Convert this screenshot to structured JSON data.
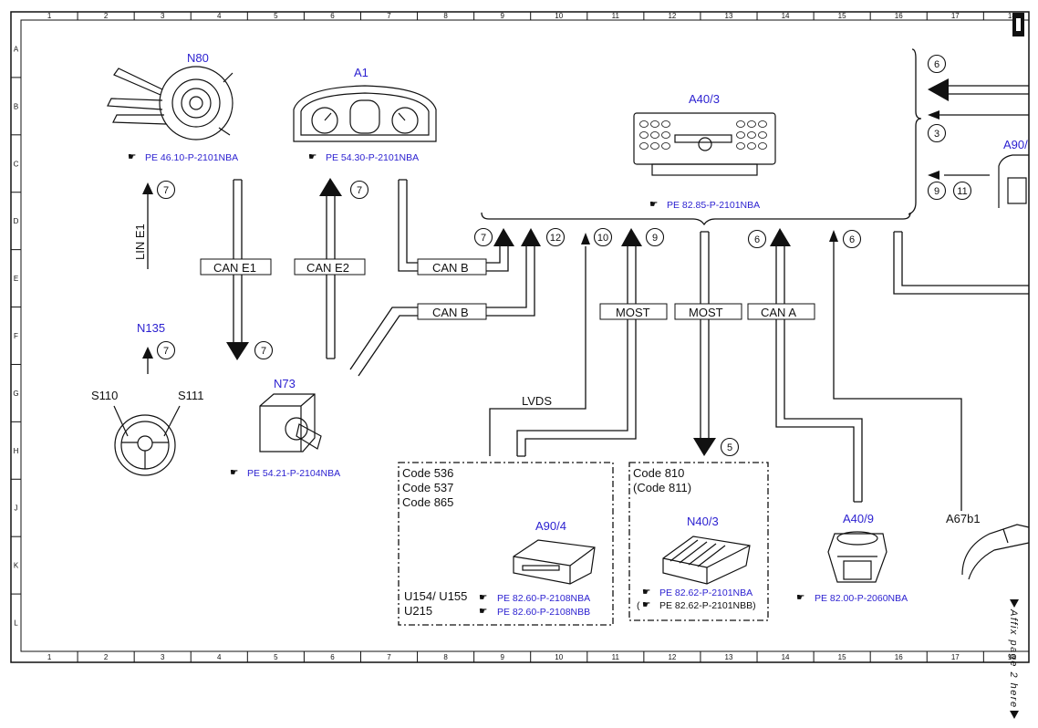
{
  "grid": {
    "columns": [
      "1",
      "2",
      "3",
      "4",
      "5",
      "6",
      "7",
      "8",
      "9",
      "10",
      "11",
      "12",
      "13",
      "14",
      "15",
      "16",
      "17",
      "18"
    ],
    "rows": [
      "A",
      "B",
      "C",
      "D",
      "E",
      "F",
      "G",
      "H",
      "J",
      "K",
      "L"
    ]
  },
  "components": {
    "n80": {
      "label": "N80",
      "ref": "PE 46.10-P-2101NBA"
    },
    "a1": {
      "label": "A1",
      "ref": "PE 54.30-P-2101NBA"
    },
    "a40_3": {
      "label": "A40/3",
      "ref": "PE 82.85-P-2101NBA"
    },
    "a90": {
      "label": "A90/"
    },
    "n135": {
      "label": "N135"
    },
    "s110": {
      "label": "S110"
    },
    "s111": {
      "label": "S111"
    },
    "n73": {
      "label": "N73",
      "ref": "PE 54.21-P-2104NBA"
    },
    "a90_4": {
      "label": "A90/4",
      "ref1": "PE 82.60-P-2108NBA",
      "ref2": "PE 82.60-P-2108NBB"
    },
    "n40_3": {
      "label": "N40/3",
      "ref1": "PE 82.62-P-2101NBA",
      "ref2_open": "(",
      "ref2": "PE 82.62-P-2101NBB)"
    },
    "a40_9": {
      "label": "A40/9",
      "ref": "PE 82.00-P-2060NBA"
    },
    "a67b1": {
      "label": "A67b1"
    }
  },
  "codes_left": [
    "Code 536",
    "Code 537",
    "Code 865"
  ],
  "variants_left": [
    "U154/ U155",
    "U215"
  ],
  "codes_right": [
    "Code 810",
    "(Code 811)"
  ],
  "bus_labels": {
    "lin_e1": "LIN E1",
    "can_e1": "CAN E1",
    "can_e2": "CAN E2",
    "can_b_1": "CAN B",
    "can_b_2": "CAN B",
    "most_1": "MOST",
    "most_2": "MOST",
    "can_a": "CAN A",
    "lvds": "LVDS"
  },
  "circles": {
    "c1": "7",
    "c2": "7",
    "c3": "7",
    "c4": "7",
    "c5": "7",
    "c6": "12",
    "c7": "10",
    "c8": "9",
    "c9": "6",
    "c10": "6",
    "c11": "5",
    "c12": "6",
    "c13": "3",
    "c14": "9",
    "c15": "11"
  },
  "side_note": "Affix page 2 here",
  "colors": {
    "accent_text": "#2a1fd0",
    "line": "#111111",
    "background": "#ffffff"
  }
}
